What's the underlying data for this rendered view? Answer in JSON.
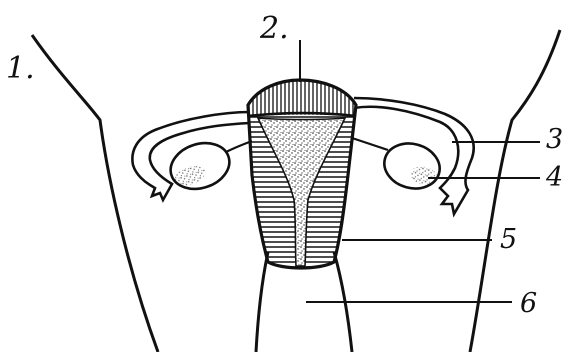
{
  "labels": {
    "label_1": "1.",
    "label_2": "2.",
    "label_3": "3",
    "label_4": "4",
    "label_5": "5",
    "label_6": "6"
  },
  "colors": {
    "background": "#ffffff",
    "ink": "#111111"
  }
}
